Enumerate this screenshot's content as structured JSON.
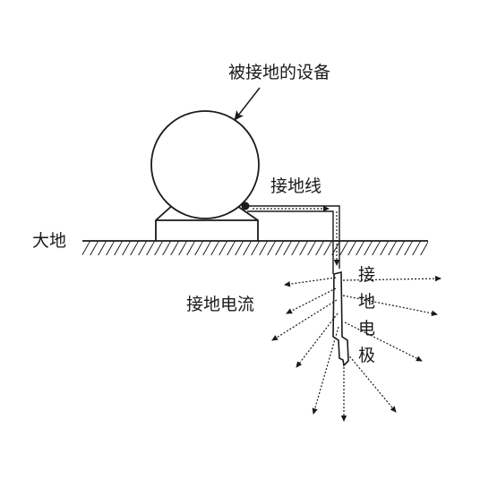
{
  "labels": {
    "equipment": "被接地的设备",
    "ground_wire": "接地线",
    "earth": "大地",
    "ground_current": "接地电流",
    "electrode_chars": [
      "接",
      "地",
      "电",
      "极"
    ]
  },
  "colors": {
    "line": "#1a1a1a",
    "background": "#ffffff"
  }
}
